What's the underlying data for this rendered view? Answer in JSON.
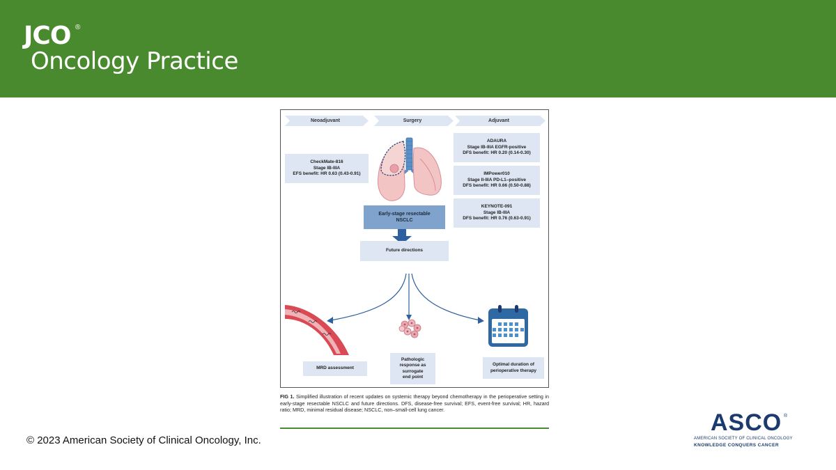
{
  "header": {
    "logo_top": "JCO",
    "logo_reg": "®",
    "logo_bottom": "Oncology Practice"
  },
  "figure": {
    "phases": [
      "Neoadjuvant",
      "Surgery",
      "Adjuvant"
    ],
    "neoadjuvant_box": {
      "line1": "CheckMate-816",
      "line2": "Stage IB-IIIA",
      "line3": "EFS benefit: HR 0.63 (0.43-0.91)"
    },
    "adjuvant_boxes": [
      {
        "line1": "ADAURA",
        "line2": "Stage IB-IIIA EGFR-positive",
        "line3": "DFS benefit: HR 0.20 (0.14-0.30)"
      },
      {
        "line1": "IMPower010",
        "line2": "Stage II-IIIA PD-L1–positive",
        "line3": "DFS benefit: HR 0.66 (0.50-0.88)"
      },
      {
        "line1": "KEYNOTE-091",
        "line2": "Stage IB-IIIA",
        "line3": "DFS benefit: HR 0.76 (0.63-0.91)"
      }
    ],
    "center_box": {
      "line1": "Early-stage resectable",
      "line2": "NSCLC"
    },
    "future_box": "Future directions",
    "outcomes": {
      "mrd": "MRD assessment",
      "pathologic": [
        "Pathologic",
        "response as",
        "surrogate",
        "end point"
      ],
      "optimal": [
        "Optimal duration of",
        "perioperative therapy"
      ]
    }
  },
  "caption": {
    "label": "FIG 1.",
    "text": " Simplified illustration of recent updates on systemic therapy beyond chemotherapy in the perioperative setting in early-stage resectable NSCLC and future directions. DFS, disease-free survival; EFS, event-free survival; HR, hazard ratio; MRD, minimal residual disease; NSCLC, non–small-cell lung cancer."
  },
  "footer": {
    "copyright": "© 2023 American Society of Clinical Oncology, Inc.",
    "asco_word": "ASCO",
    "asco_reg": "®",
    "asco_line1": "AMERICAN SOCIETY OF CLINICAL ONCOLOGY",
    "asco_line2": "KNOWLEDGE CONQUERS CANCER"
  },
  "colors": {
    "header_green": "#4a8a2e",
    "box_light": "#dde6f2",
    "box_dark": "#7fa3cc",
    "arrow_blue": "#2e5f9e",
    "asco_navy": "#1c3a6e"
  }
}
